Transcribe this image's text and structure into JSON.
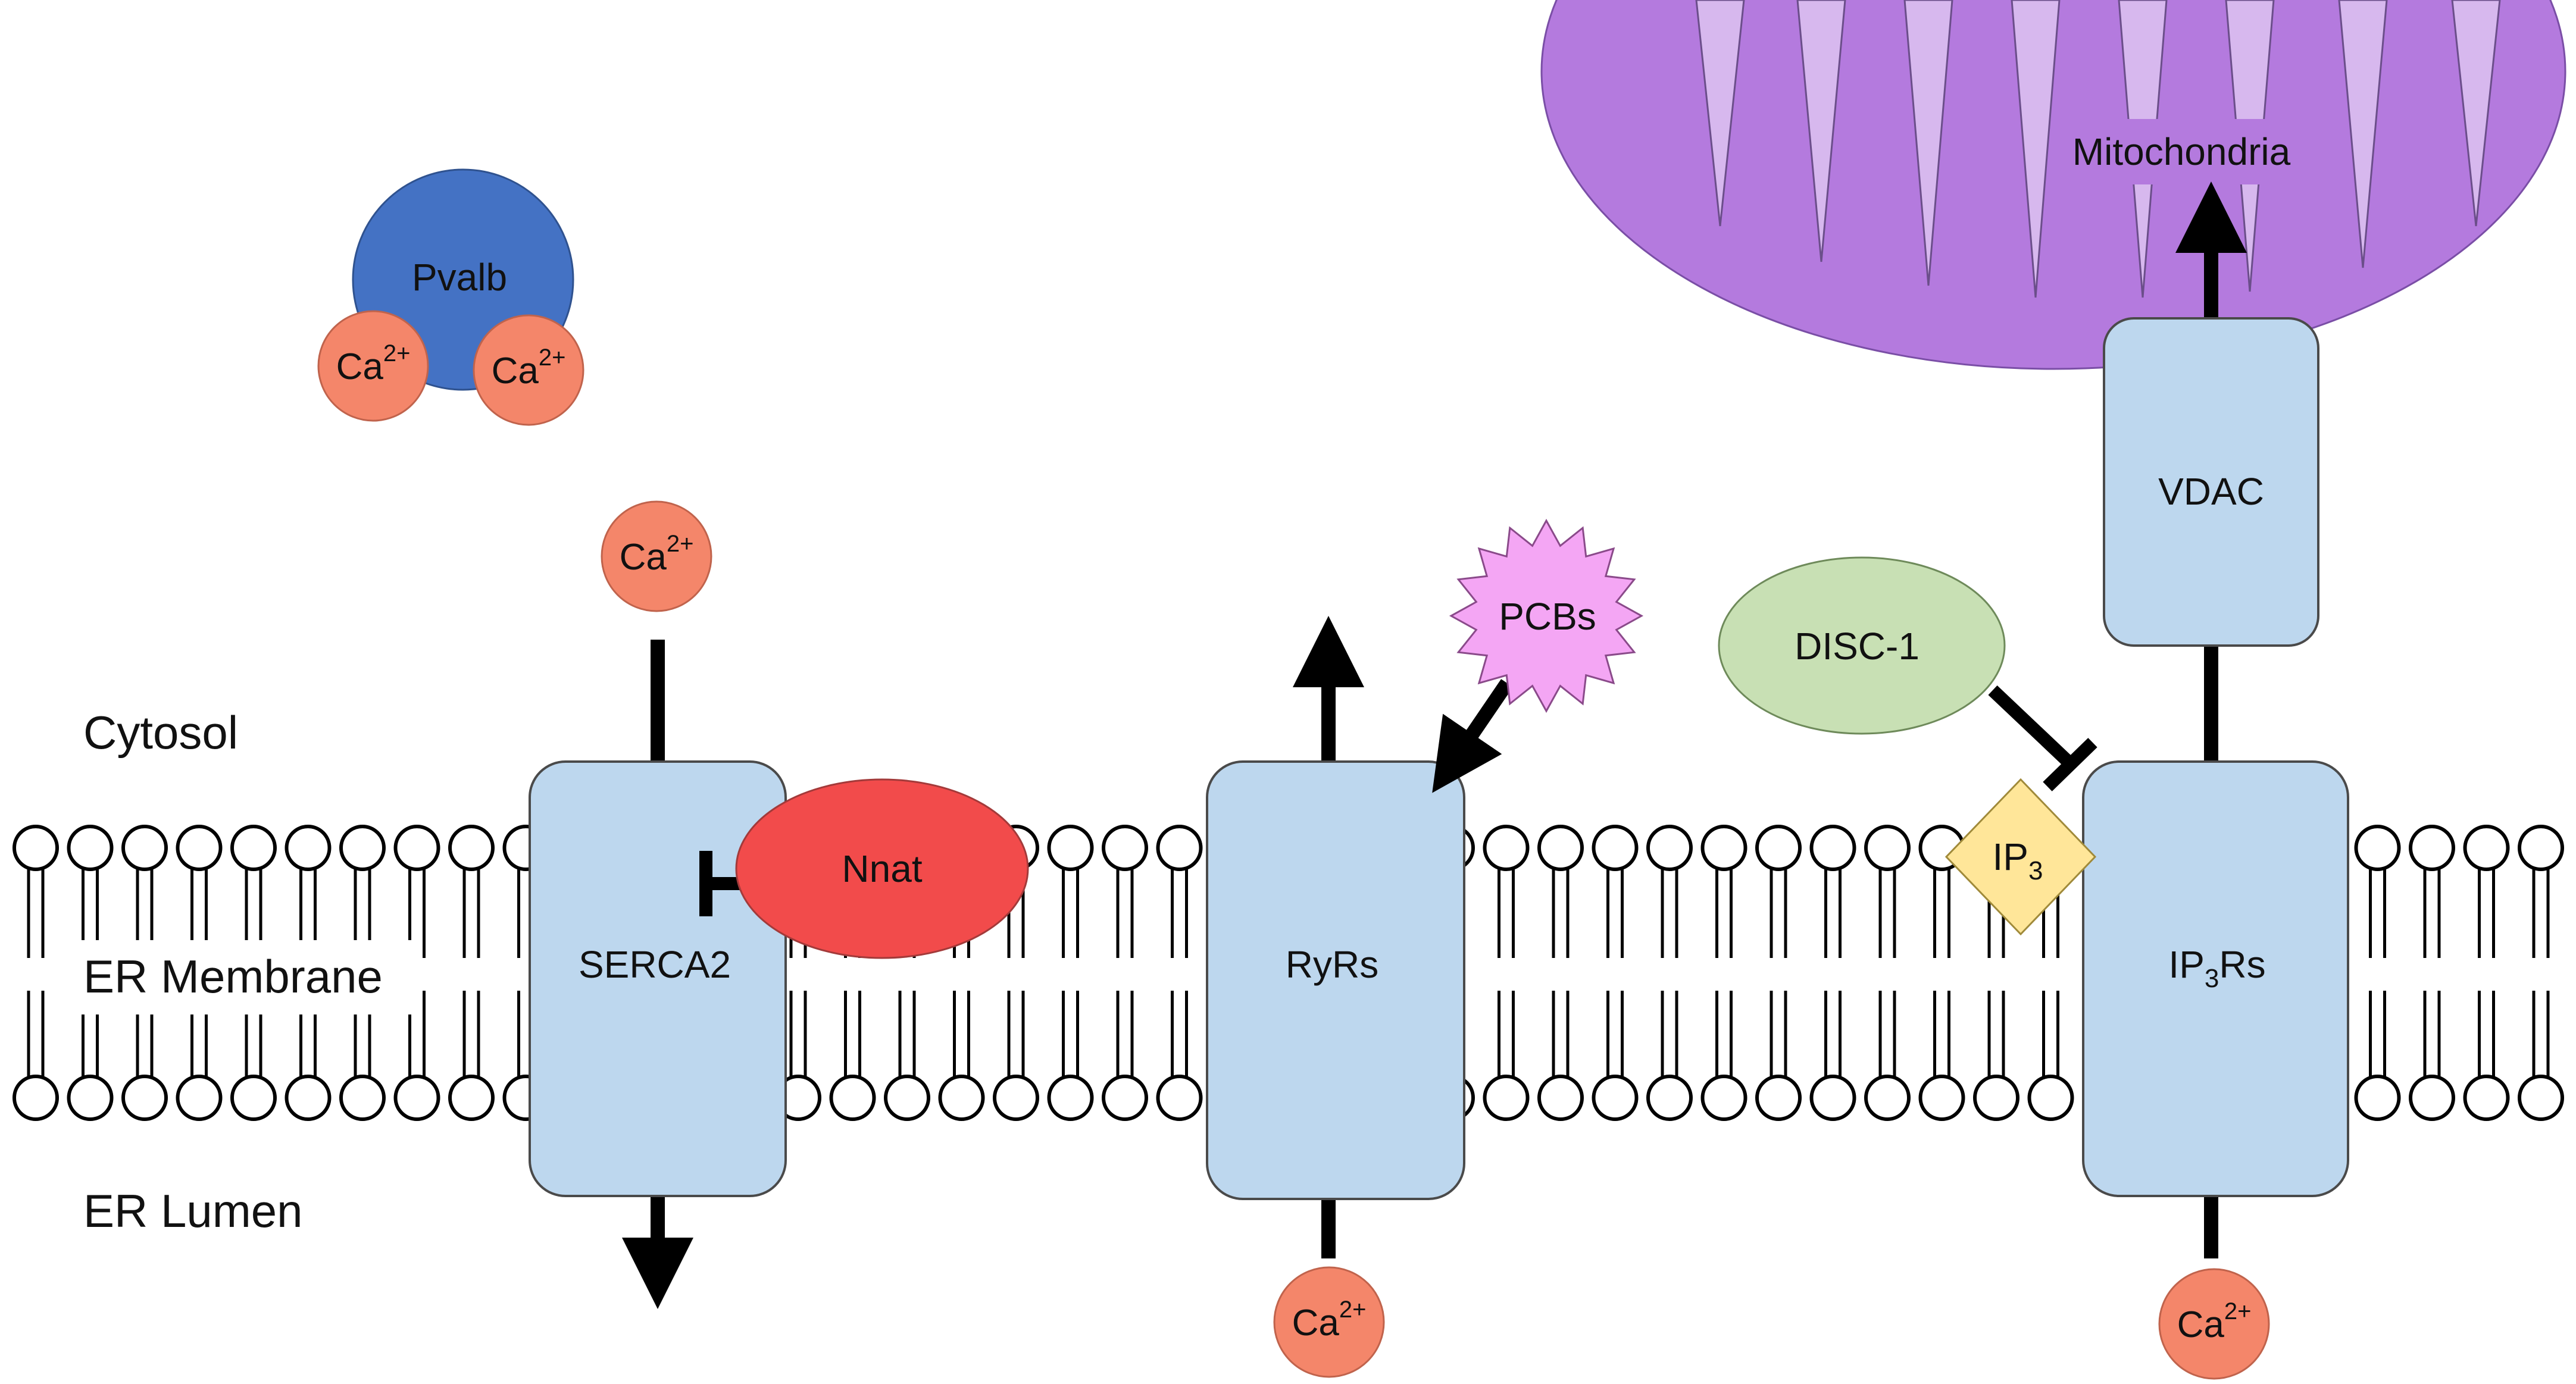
{
  "regions": {
    "cytosol": "Cytosol",
    "er_membrane": "ER Membrane",
    "er_lumen": "ER Lumen"
  },
  "nodes": {
    "mitochondria": "Mitochondria",
    "pvalb": "Pvalb",
    "serca2": "SERCA2",
    "nnat": "Nnat",
    "ryrs": "RyRs",
    "pcbs": "PCBs",
    "disc1": "DISC-1",
    "vdac": "VDAC",
    "ip3_base": "IP",
    "ip3_sub": "3",
    "ip3rs_base": "IP",
    "ip3rs_sub": "3",
    "ip3rs_suffix": "Rs"
  },
  "ion": {
    "base": "Ca",
    "charge": "2+"
  },
  "colors": {
    "mitochondria": "#b47ade",
    "mito_cristae": "#d7b8ee",
    "pvalb": "#4472c4",
    "calcium": "#f4866a",
    "channel": "#bdd7ee",
    "nnat": "#f24b4b",
    "pcbs": "#f4a6f4",
    "disc1": "#c8e0b4",
    "ip3": "#ffe699"
  }
}
